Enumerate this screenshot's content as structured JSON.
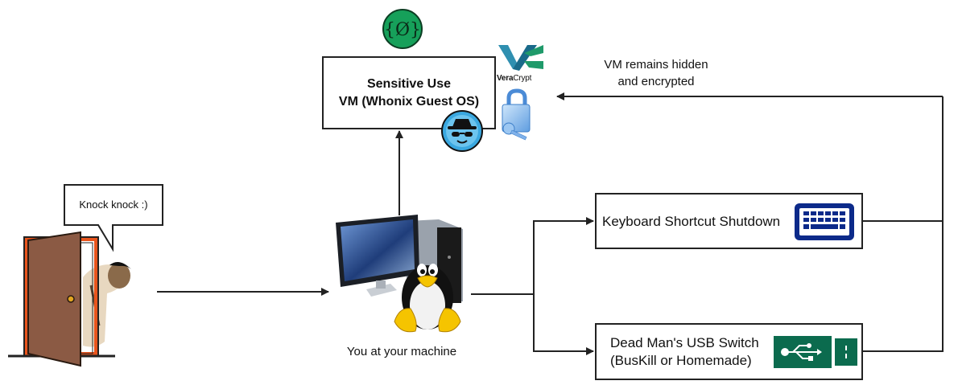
{
  "diagram": {
    "vm_box": {
      "line1": "Sensitive Use",
      "line2": "VM (Whonix Guest OS)"
    },
    "veracrypt_logo": {
      "brand_bold": "Vera",
      "brand_regular": "Crypt"
    },
    "vm_annotation": {
      "line1": "VM remains hidden",
      "line2": "and encrypted"
    },
    "speech_bubble": "Knock knock :)",
    "machine_label": "You at your machine",
    "keyboard_box": {
      "label": "Keyboard Shortcut Shutdown"
    },
    "usb_box": {
      "line1": "Dead Man's USB Switch",
      "line2": "(BusKill or Homemade)"
    },
    "icons": {
      "qubes_like_logo": "{Ø}",
      "whonix": "incognito-icon",
      "veracrypt": "veracrypt-logo",
      "lock": "padlock-key-icon",
      "keyboard": "keyboard-icon",
      "usb": "usb-icon",
      "door": "door-icon",
      "person": "person-peeking-icon",
      "computer": "desktop-computer-icon",
      "linux": "tux-penguin-icon"
    },
    "colors": {
      "logo_green": "#16a05a",
      "keyboard_blue": "#0c2a8a",
      "usb_green": "#0b6b4e",
      "door_brown": "#8b5a44",
      "door_frame": "#e8541c",
      "line": "#222222"
    }
  }
}
